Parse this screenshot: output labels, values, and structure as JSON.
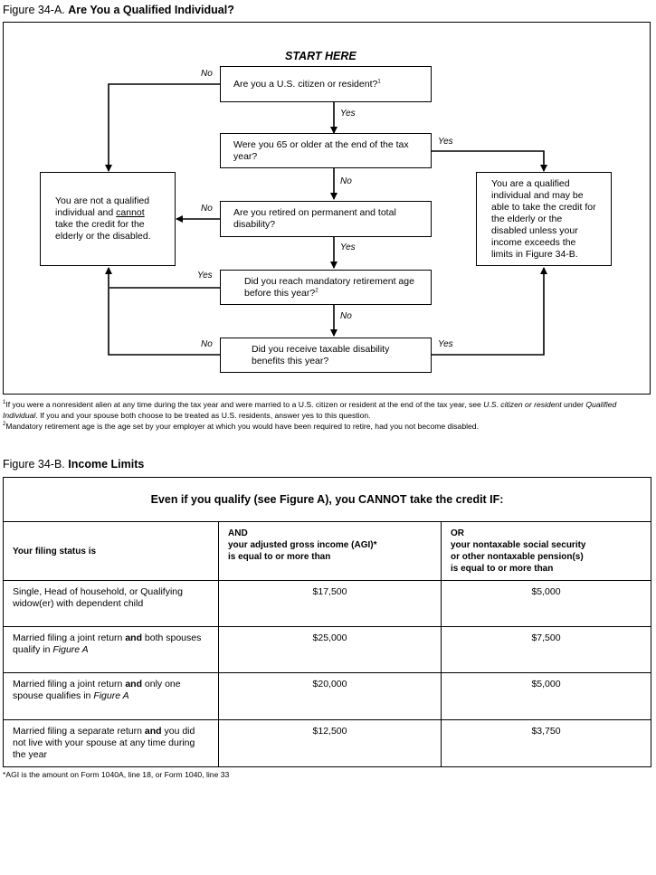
{
  "figure_a": {
    "prefix": "Figure 34-A.",
    "title": "Are You a Qualified Individual?",
    "start": "START HERE",
    "q1": "Are you a U.S. citizen or resident?",
    "q1_sup": "1",
    "q2": "Were you 65 or older at the end of the tax year?",
    "q3": "Are you retired on permanent and total disability?",
    "q4": "Did you reach mandatory retirement age before this year?",
    "q4_sup": "2",
    "q5": "Did you receive taxable disability benefits this year?",
    "not_qualified_1": "You are not a qualified individual and ",
    "not_qualified_cannot": "cannot",
    "not_qualified_2": " take the credit for the elderly or the disabled.",
    "qualified": "You are a qualified individual and may be able to take the credit for the elderly or the disabled unless your income exceeds the limits in Figure 34-B.",
    "labels": {
      "yes": "Yes",
      "no": "No"
    },
    "footnote1_a": "If you were a nonresident alien at any time during the tax year and were married to a U.S. citizen or resident at the end of the tax year, see ",
    "footnote1_b": "U.S. citizen or resident",
    "footnote1_c": " under ",
    "footnote1_d": "Qualified Individual",
    "footnote1_e": ". If you and your spouse both choose to be treated as U.S. residents, answer yes to this question.",
    "footnote2": "Mandatory retirement age is the age set by your employer at which you would have been required to retire, had you not become disabled."
  },
  "figure_b": {
    "prefix": "Figure 34-B.",
    "title": "Income Limits",
    "heading": "Even if you qualify (see Figure A), you CANNOT take the credit IF:",
    "col1": "Your filing status is",
    "col2_a": "AND",
    "col2_b": "your adjusted gross income (AGI)*",
    "col2_c": "is equal to or more than",
    "col3_a": "OR",
    "col3_b": "your nontaxable social security",
    "col3_c": "or other nontaxable pension(s)",
    "col3_d": "is equal to or more than",
    "rows": [
      {
        "status": "Single, Head of household, or Qualifying widow(er) with dependent child",
        "agi": "$17,500",
        "pension": "$5,000"
      },
      {
        "status_a": "Married filing a joint return ",
        "status_b": "and",
        "status_c": " both spouses qualify in ",
        "status_d": "Figure A",
        "agi": "$25,000",
        "pension": "$7,500"
      },
      {
        "status_a": "Married filing a joint return ",
        "status_b": "and",
        "status_c": " only one spouse qualifies in ",
        "status_d": "Figure A",
        "agi": "$20,000",
        "pension": "$5,000"
      },
      {
        "status_a": "Married filing a separate return ",
        "status_b": "and",
        "status_c": " you did not live with your spouse at any time during the year",
        "agi": "$12,500",
        "pension": "$3,750"
      }
    ],
    "footnote": "*AGI is the amount on Form 1040A, line 18, or Form 1040, line 33"
  }
}
